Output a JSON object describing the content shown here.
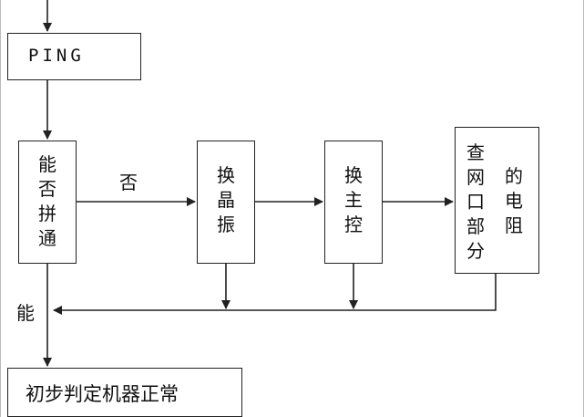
{
  "ping": {
    "label": "PING"
  },
  "check": {
    "chars": [
      "能",
      "否",
      "拼",
      "通"
    ]
  },
  "swap_crystal": {
    "chars": [
      "换",
      "晶",
      "振"
    ]
  },
  "swap_main": {
    "chars": [
      "换",
      "主",
      "控"
    ]
  },
  "check_resistor": {
    "left_chars": [
      "查",
      "网",
      "口",
      "部",
      "分"
    ],
    "right_chars": [
      "的",
      "电",
      "阻"
    ]
  },
  "edge_no": {
    "label": "否"
  },
  "edge_yes": {
    "label": "能"
  },
  "result": {
    "label": "初步判定机器正常"
  }
}
